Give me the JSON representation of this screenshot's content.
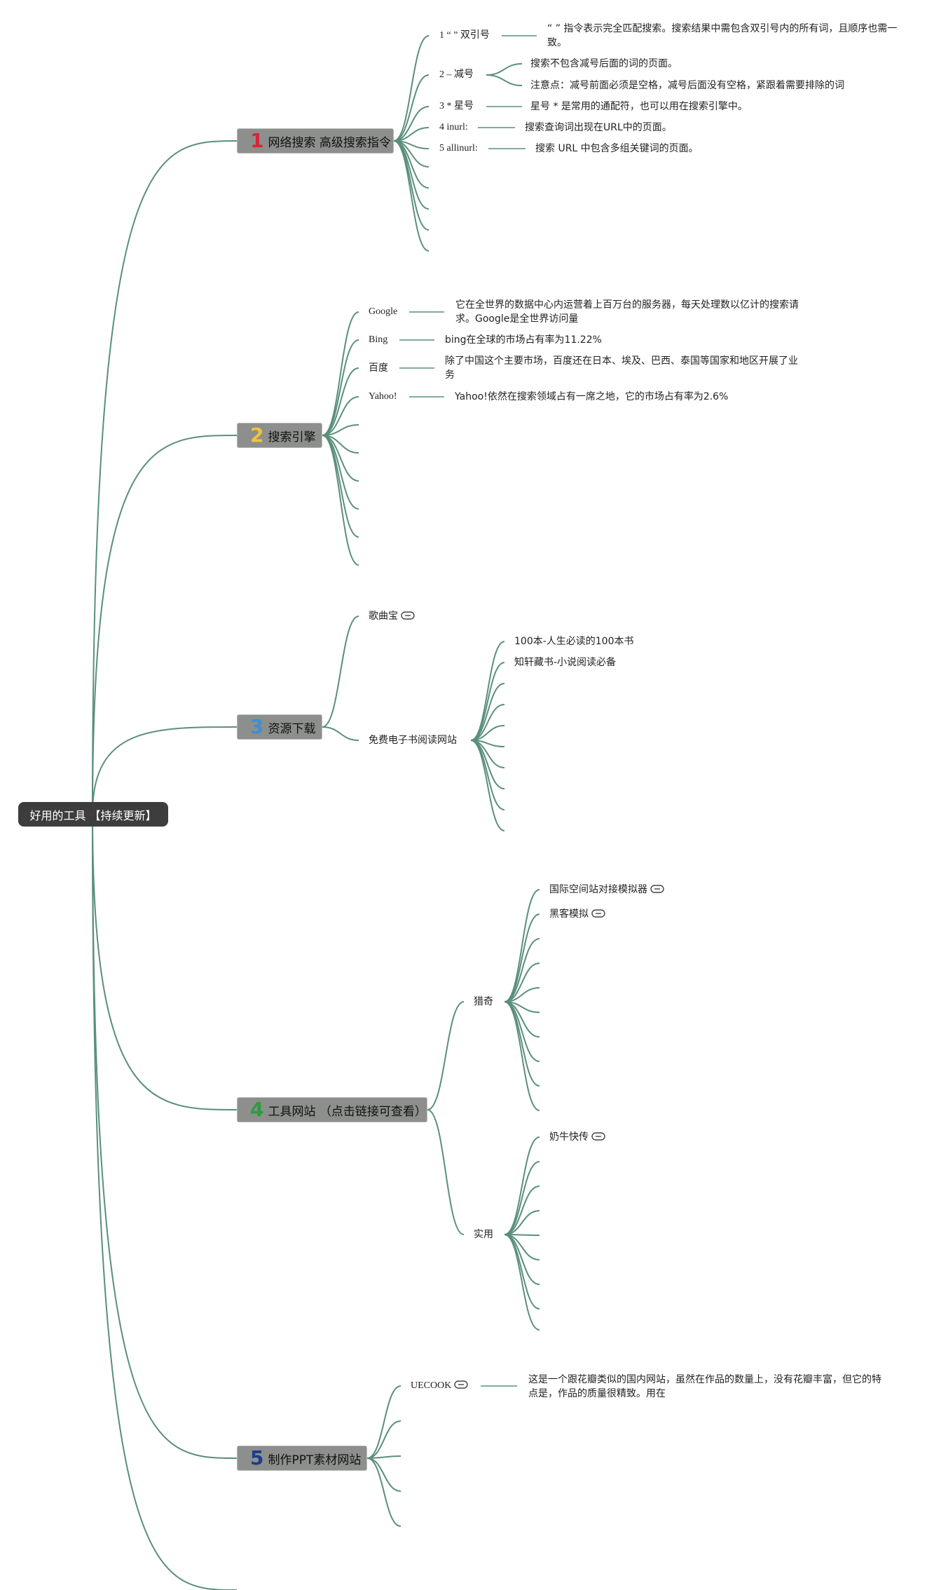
{
  "root": {
    "label": "好用的工具 【持续更新】"
  },
  "branches": [
    {
      "num": "1",
      "color": "#d8243a",
      "label": "网络搜索 高级搜索指令",
      "items": [
        {
          "label": "1 “ ” 双引号",
          "note": "“ ” 指令表示完全匹配搜索。搜索结果中需包含双引号内的所有词，且顺序也需一致。"
        },
        {
          "label": "2 – 减号",
          "notes": [
            "搜索不包含减号后面的词的页面。",
            "注意点：减号前面必须是空格，减号后面没有空格，紧跟着需要排除的词"
          ]
        },
        {
          "label": "3 * 星号",
          "note": "星号 * 是常用的通配符，也可以用在搜索引擎中。"
        },
        {
          "label": "4 inurl:",
          "note": "搜索查询词出现在URL中的页面。"
        },
        {
          "label": "5 allinurl:",
          "note": "搜索 URL 中包含多组关键词的页面。"
        }
      ]
    },
    {
      "num": "2",
      "color": "#f2c43c",
      "label": "搜索引擎",
      "items": [
        {
          "label": "Google",
          "note": "它在全世界的数据中心内运营着上百万台的服务器，每天处理数以亿计的搜索请求。Google是全世界访问量"
        },
        {
          "label": "Bing",
          "note": "bing在全球的市场占有率为11.22%"
        },
        {
          "label": "百度",
          "note": "除了中国这个主要市场，百度还在日本、埃及、巴西、泰国等国家和地区开展了业务"
        },
        {
          "label": "Yahoo!",
          "note": "Yahoo!依然在搜索领域占有一席之地，它的市场占有率为2.6%"
        }
      ]
    },
    {
      "num": "3",
      "color": "#3f8fd2",
      "label": "资源下载",
      "items": [
        {
          "label": "歌曲宝"
        },
        {
          "label": "免费电子书阅读网站",
          "children": [
            "100本-人生必读的100本书",
            "知轩藏书-小说阅读必备"
          ]
        }
      ]
    },
    {
      "num": "4",
      "color": "#2f9b3f",
      "label": "工具网站 （点击链接可查看）",
      "groups": [
        {
          "label": "猎奇",
          "children": [
            "国际空间站对接模拟器",
            "黑客模拟"
          ]
        },
        {
          "label": "实用",
          "children": [
            "奶牛快传"
          ]
        }
      ]
    },
    {
      "num": "5",
      "color": "#1f3b8f",
      "label": "制作PPT素材网站",
      "items": [
        {
          "label": "UECOOK",
          "note": "这是一个跟花瓣类似的国内网站，虽然在作品的数量上，没有花瓣丰富，但它的特点是，作品的质量很精致。用在"
        }
      ]
    }
  ],
  "colors": {
    "connector": "#5a8f7b",
    "branch_fill": "#8c8f8c",
    "root_fill": "#3d3d3d"
  },
  "icons": {
    "link": "link-icon"
  }
}
